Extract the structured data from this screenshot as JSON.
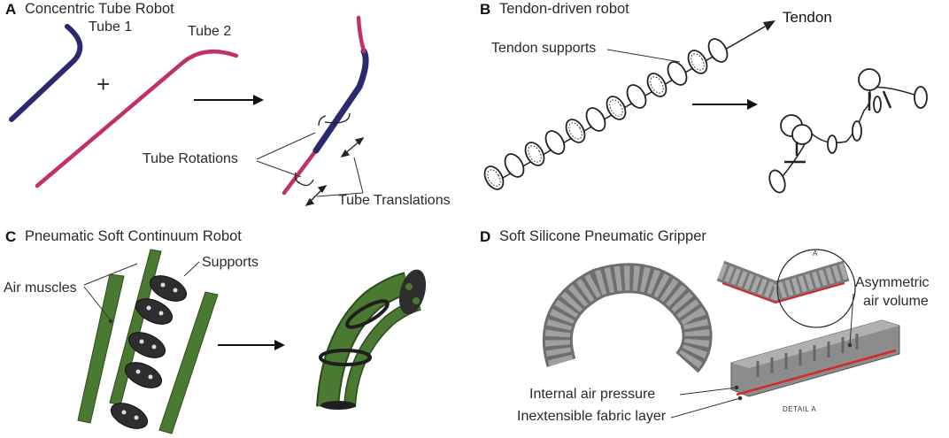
{
  "panels": {
    "a": {
      "letter": "A",
      "title": "Concentric Tube Robot",
      "tube1": "Tube 1",
      "tube2": "Tube 2",
      "plus": "+",
      "rotations": "Tube Rotations",
      "translations": "Tube Translations"
    },
    "b": {
      "letter": "B",
      "title": "Tendon-driven robot",
      "tendon": "Tendon",
      "supports": "Tendon supports"
    },
    "c": {
      "letter": "C",
      "title": "Pneumatic Soft Continuum Robot",
      "supports": "Supports",
      "air_muscles": "Air muscles"
    },
    "d": {
      "letter": "D",
      "title": "Soft Silicone Pneumatic Gripper",
      "asym_line1": "Asymmetric",
      "asym_line2": "air volume",
      "internal": "Internal air pressure",
      "fabric": "Inextensible fabric layer",
      "detail_a": "DETAIL A",
      "detail_mark": "A"
    }
  },
  "colors": {
    "tube_navy": "#2b2a6e",
    "tube_magenta": "#c2306c",
    "muscle_green": "#4a7a32",
    "disk_dark": "#2e2e2e",
    "gripper_gray": "#8c8c8c",
    "fabric_red": "#d62828"
  }
}
